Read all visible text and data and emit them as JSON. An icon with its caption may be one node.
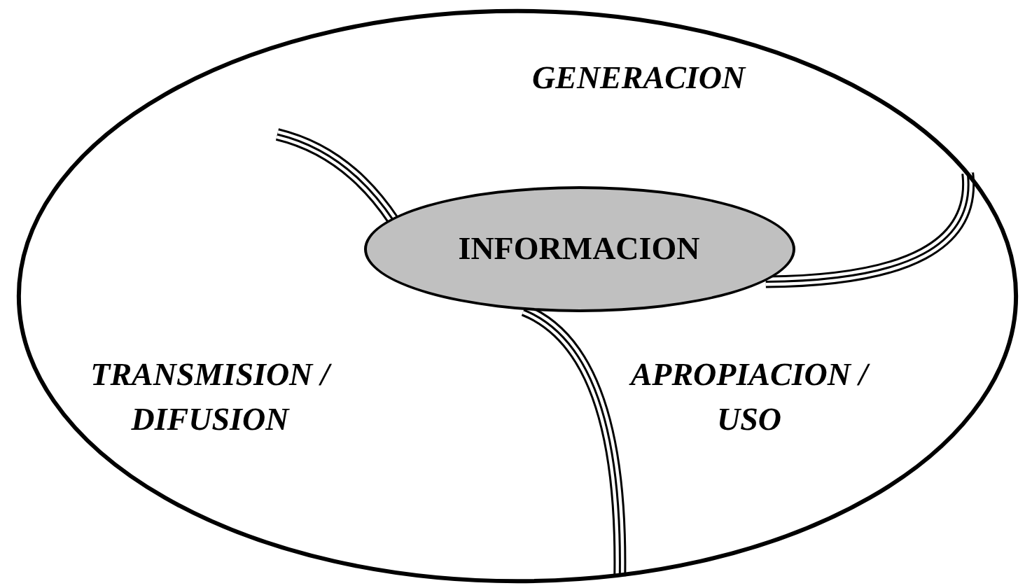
{
  "diagram": {
    "nodes": [
      {
        "text": [],
        "shape": "circle"
      },
      {
        "text": [
          "INFORMACION"
        ],
        "in": 0
      }
    ],
    "edges": [
      {
        "from": null,
        "to": 1,
        "arrow": "none"
      },
      {
        "from": 1,
        "to": 0,
        "arrow": "none"
      },
      {
        "from": 1,
        "to": 0,
        "arrow": "none"
      }
    ],
    "labels": [
      "GENERACION",
      "TRANSMISION / DIFUSION",
      "APROPIACION / USO"
    ]
  }
}
